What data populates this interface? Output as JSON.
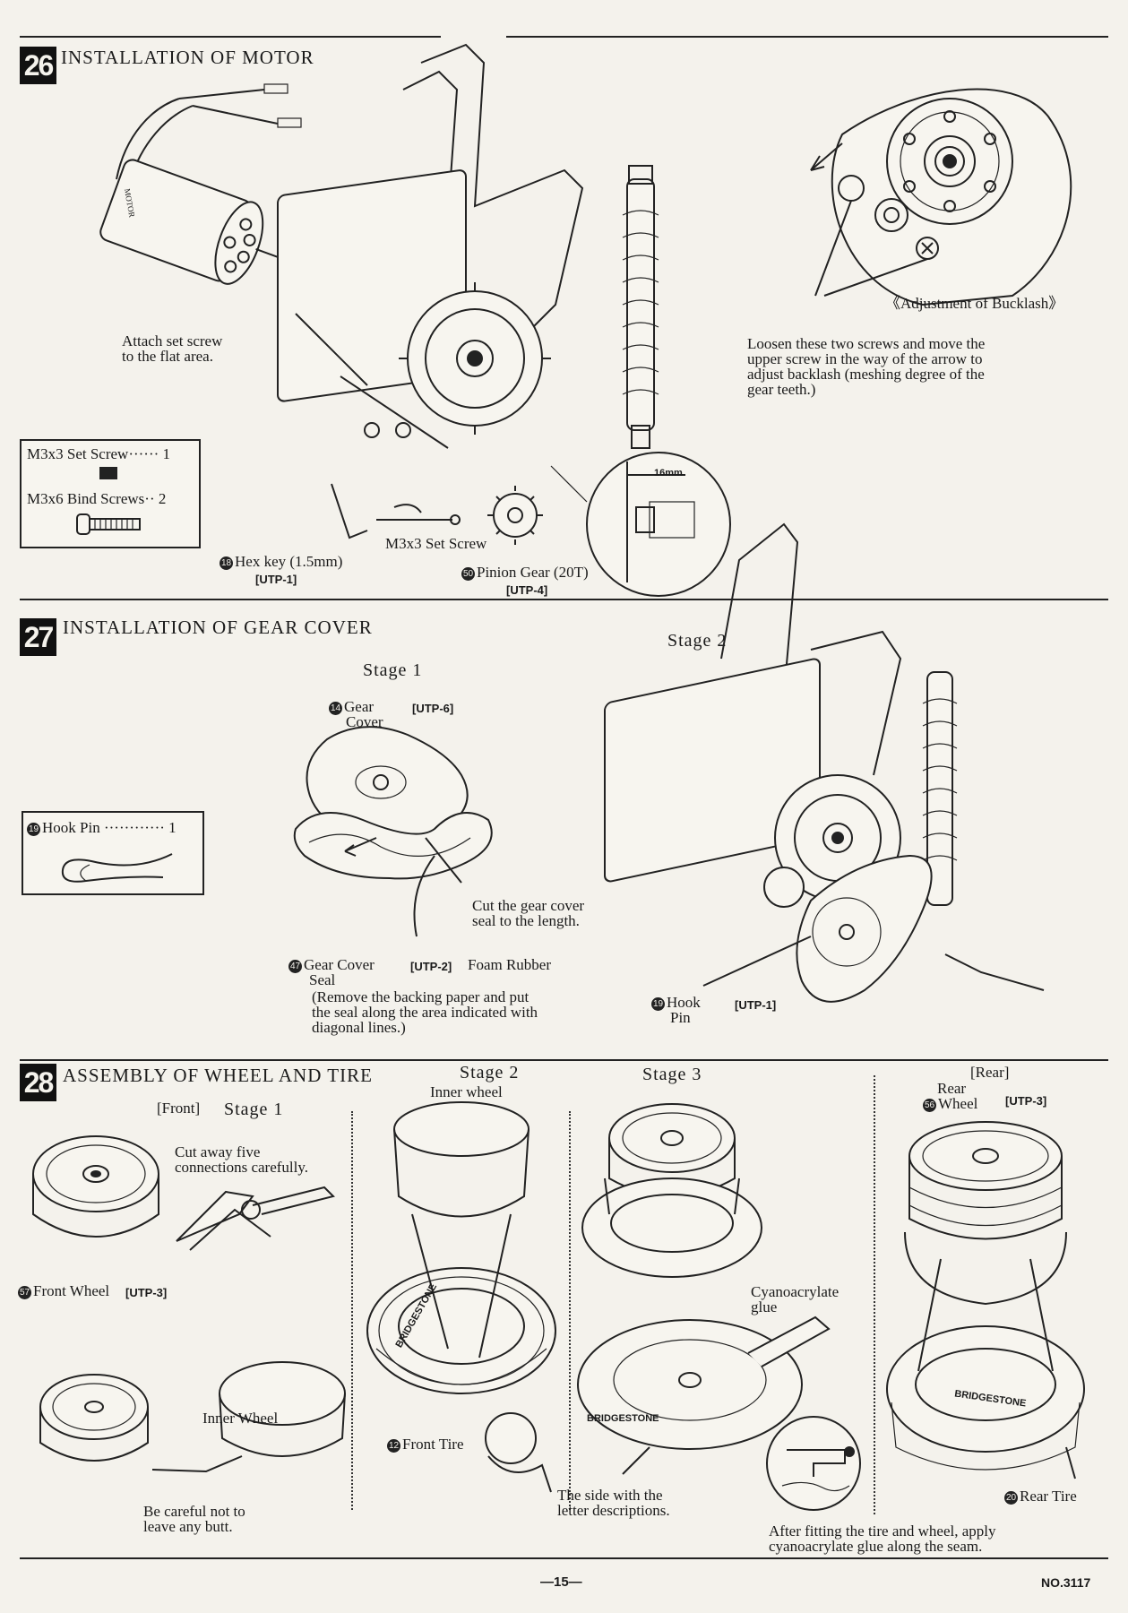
{
  "sections": {
    "s26": {
      "number": "26",
      "title": "INSTALLATION OF MOTOR",
      "attach_note": [
        "Attach set screw",
        "to the flat area."
      ],
      "parts_box": [
        {
          "label": "M3x3 Set Screw······ 1"
        },
        {
          "label": "M3x6 Bind Screws·· 2"
        }
      ],
      "hex_key_num": "18",
      "hex_key_label": "Hex key (1.5mm)",
      "hex_key_code": "[UTP-1]",
      "set_screw_label": "M3x3 Set Screw",
      "pinion_num": "50",
      "pinion_label": "Pinion Gear (20T)",
      "pinion_code": "[UTP-4]",
      "detail_dim": "16mm",
      "motor_text": "MOTOR",
      "backlash_title": "《Adjustment of Bucklash》",
      "backlash_note": [
        "Loosen these two screws and move the",
        "upper screw in the way of the arrow to",
        "adjust backlash  (meshing degree of the",
        "gear teeth.)"
      ]
    },
    "s27": {
      "number": "27",
      "title": "INSTALLATION OF GEAR COVER",
      "stage1": "Stage  1",
      "stage2": "Stage  2",
      "gear_cover_num": "14",
      "gear_cover_label": [
        "Gear",
        "Cover"
      ],
      "gear_cover_code": "[UTP-6]",
      "hook_pin_box": "Hook  Pin  ············ 1",
      "hook_pin_box_num": "19",
      "cut_note": [
        "Cut  the  gear  cover",
        "seal  to  the  length."
      ],
      "seal_num": "47",
      "seal_label": "Gear  Cover",
      "seal_code": "[UTP-2]",
      "seal_label2": "Foam Rubber",
      "seal_label3": "Seal",
      "seal_note": [
        "(Remove  the  backing  paper  and  put",
        "the  seal  along  the  area  indicated  with",
        "diagonal lines.)"
      ],
      "hook_pin_num": "19",
      "hook_pin_label": [
        "Hook",
        "Pin"
      ],
      "hook_pin_code": "[UTP-1]"
    },
    "s28": {
      "number": "28",
      "title": "ASSEMBLY OF WHEEL AND TIRE",
      "front_tag": "[Front]",
      "stage1": "Stage  1",
      "stage2": "Stage  2",
      "stage3": "Stage  3",
      "rear_tag": "[Rear]",
      "cut_note": [
        "Cut  away  five",
        "connections  carefully."
      ],
      "front_wheel_num": "57",
      "front_wheel_label": "Front  Wheel",
      "front_wheel_code": "[UTP-3]",
      "inner_wheel_label": "Inner  Wheel",
      "careful_note": [
        "Be  careful  not  to",
        "leave  any  butt."
      ],
      "inner_wheel_label2": "Inner  wheel",
      "front_tire_num": "12",
      "front_tire_label": "Front  Tire",
      "cyano_label": [
        "Cyanoacrylate",
        "glue"
      ],
      "side_note": [
        "The  side  with  the",
        "letter descriptions."
      ],
      "after_note": [
        "After  fitting  the  tire  and  wheel,  apply",
        "cyanoacrylate  glue  along  the  seam."
      ],
      "rear_wheel_num": "56",
      "rear_wheel_label": [
        "Rear",
        "Wheel"
      ],
      "rear_wheel_code": "[UTP-3]",
      "rear_tire_num": "20",
      "rear_tire_label": "Rear  Tire",
      "tire_brand": "BRIDGESTONE"
    }
  },
  "footer": {
    "page": "—15—",
    "doc_no": "NO.3117"
  }
}
